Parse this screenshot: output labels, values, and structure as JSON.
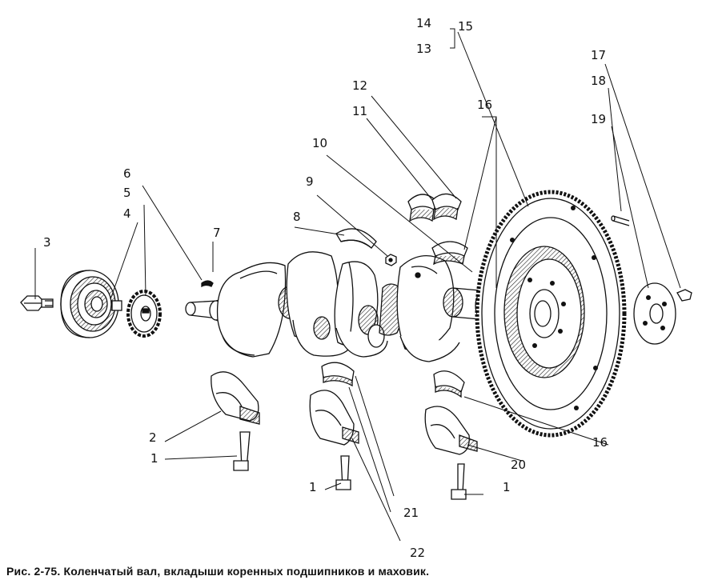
{
  "caption": "Рис. 2-75. Коленчатый вал, вкладыши коренных подшипников и маховик.",
  "callouts": [
    "1",
    "1",
    "1",
    "2",
    "3",
    "4",
    "5",
    "6",
    "7",
    "8",
    "9",
    "10",
    "11",
    "12",
    "13",
    "14",
    "15",
    "16",
    "16",
    "17",
    "18",
    "19",
    "20",
    "21",
    "22"
  ],
  "ink_color": "#111111"
}
